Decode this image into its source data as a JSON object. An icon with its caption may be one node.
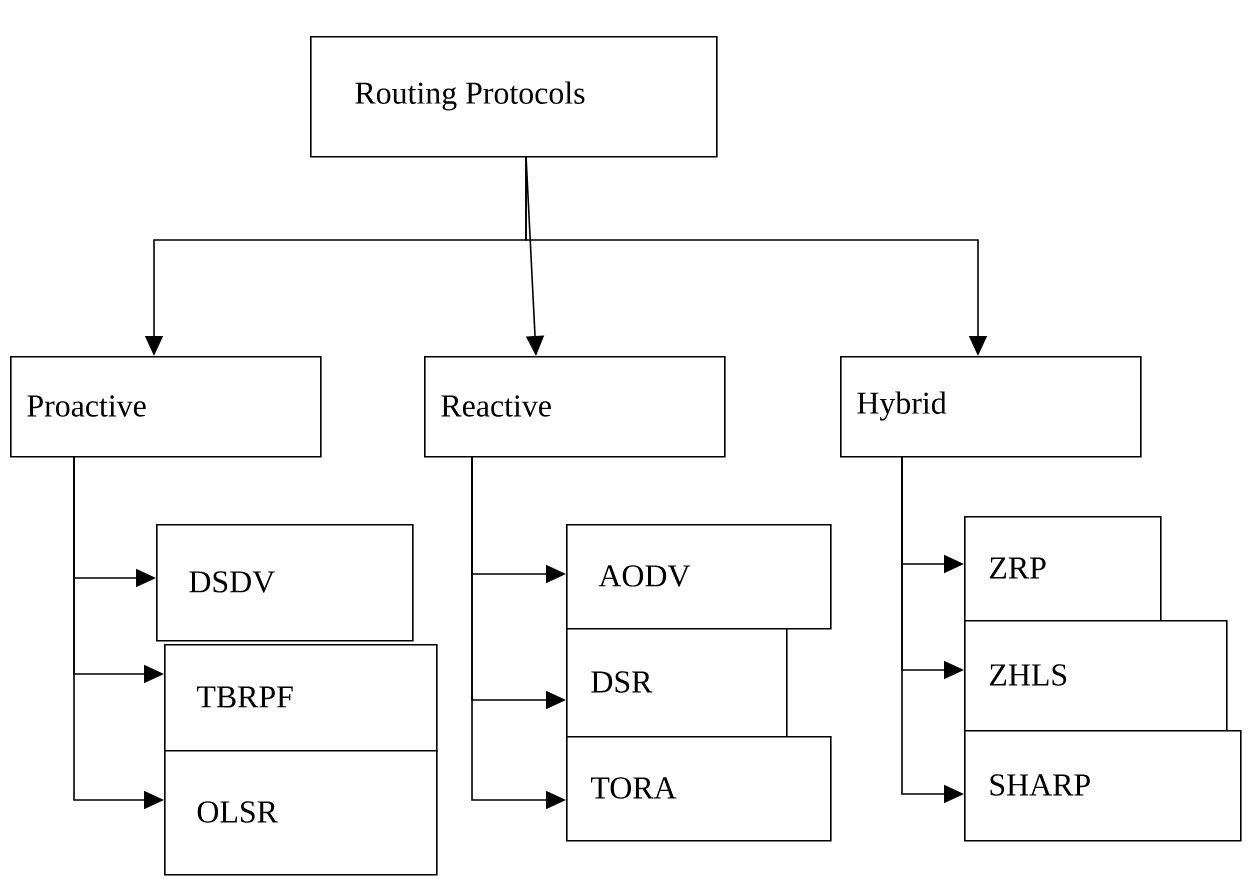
{
  "diagram": {
    "nodes": [
      {
        "text": [
          "Routing Protocols"
        ]
      },
      {
        "text": [
          "Proactive"
        ]
      },
      {
        "text": [
          "Reactive"
        ]
      },
      {
        "text": [
          "Hybrid"
        ]
      },
      {
        "text": [
          "DSDV"
        ]
      },
      {
        "text": [
          "TBRPF"
        ]
      },
      {
        "text": [
          "OLSR"
        ]
      },
      {
        "text": [
          "AODV"
        ]
      },
      {
        "text": [
          "DSR"
        ]
      },
      {
        "text": [
          "TORA"
        ]
      },
      {
        "text": [
          "ZRP"
        ]
      },
      {
        "text": [
          "ZHLS"
        ]
      },
      {
        "text": [
          "SHARP"
        ]
      }
    ],
    "edges": [
      {
        "from": 0,
        "to": 1,
        "arrow": "to"
      },
      {
        "from": 0,
        "to": 2,
        "arrow": "to"
      },
      {
        "from": 0,
        "to": 3,
        "arrow": "to"
      },
      {
        "from": 1,
        "to": 4,
        "arrow": "to"
      },
      {
        "from": 1,
        "to": 5,
        "arrow": "to"
      },
      {
        "from": 1,
        "to": 6,
        "arrow": "to"
      },
      {
        "from": 2,
        "to": 7,
        "arrow": "to"
      },
      {
        "from": 2,
        "to": 8,
        "arrow": "to"
      },
      {
        "from": 2,
        "to": 9,
        "arrow": "to"
      },
      {
        "from": 3,
        "to": 10,
        "arrow": "to"
      },
      {
        "from": 3,
        "to": 11,
        "arrow": "to"
      },
      {
        "from": 3,
        "to": 12,
        "arrow": "to"
      }
    ]
  }
}
